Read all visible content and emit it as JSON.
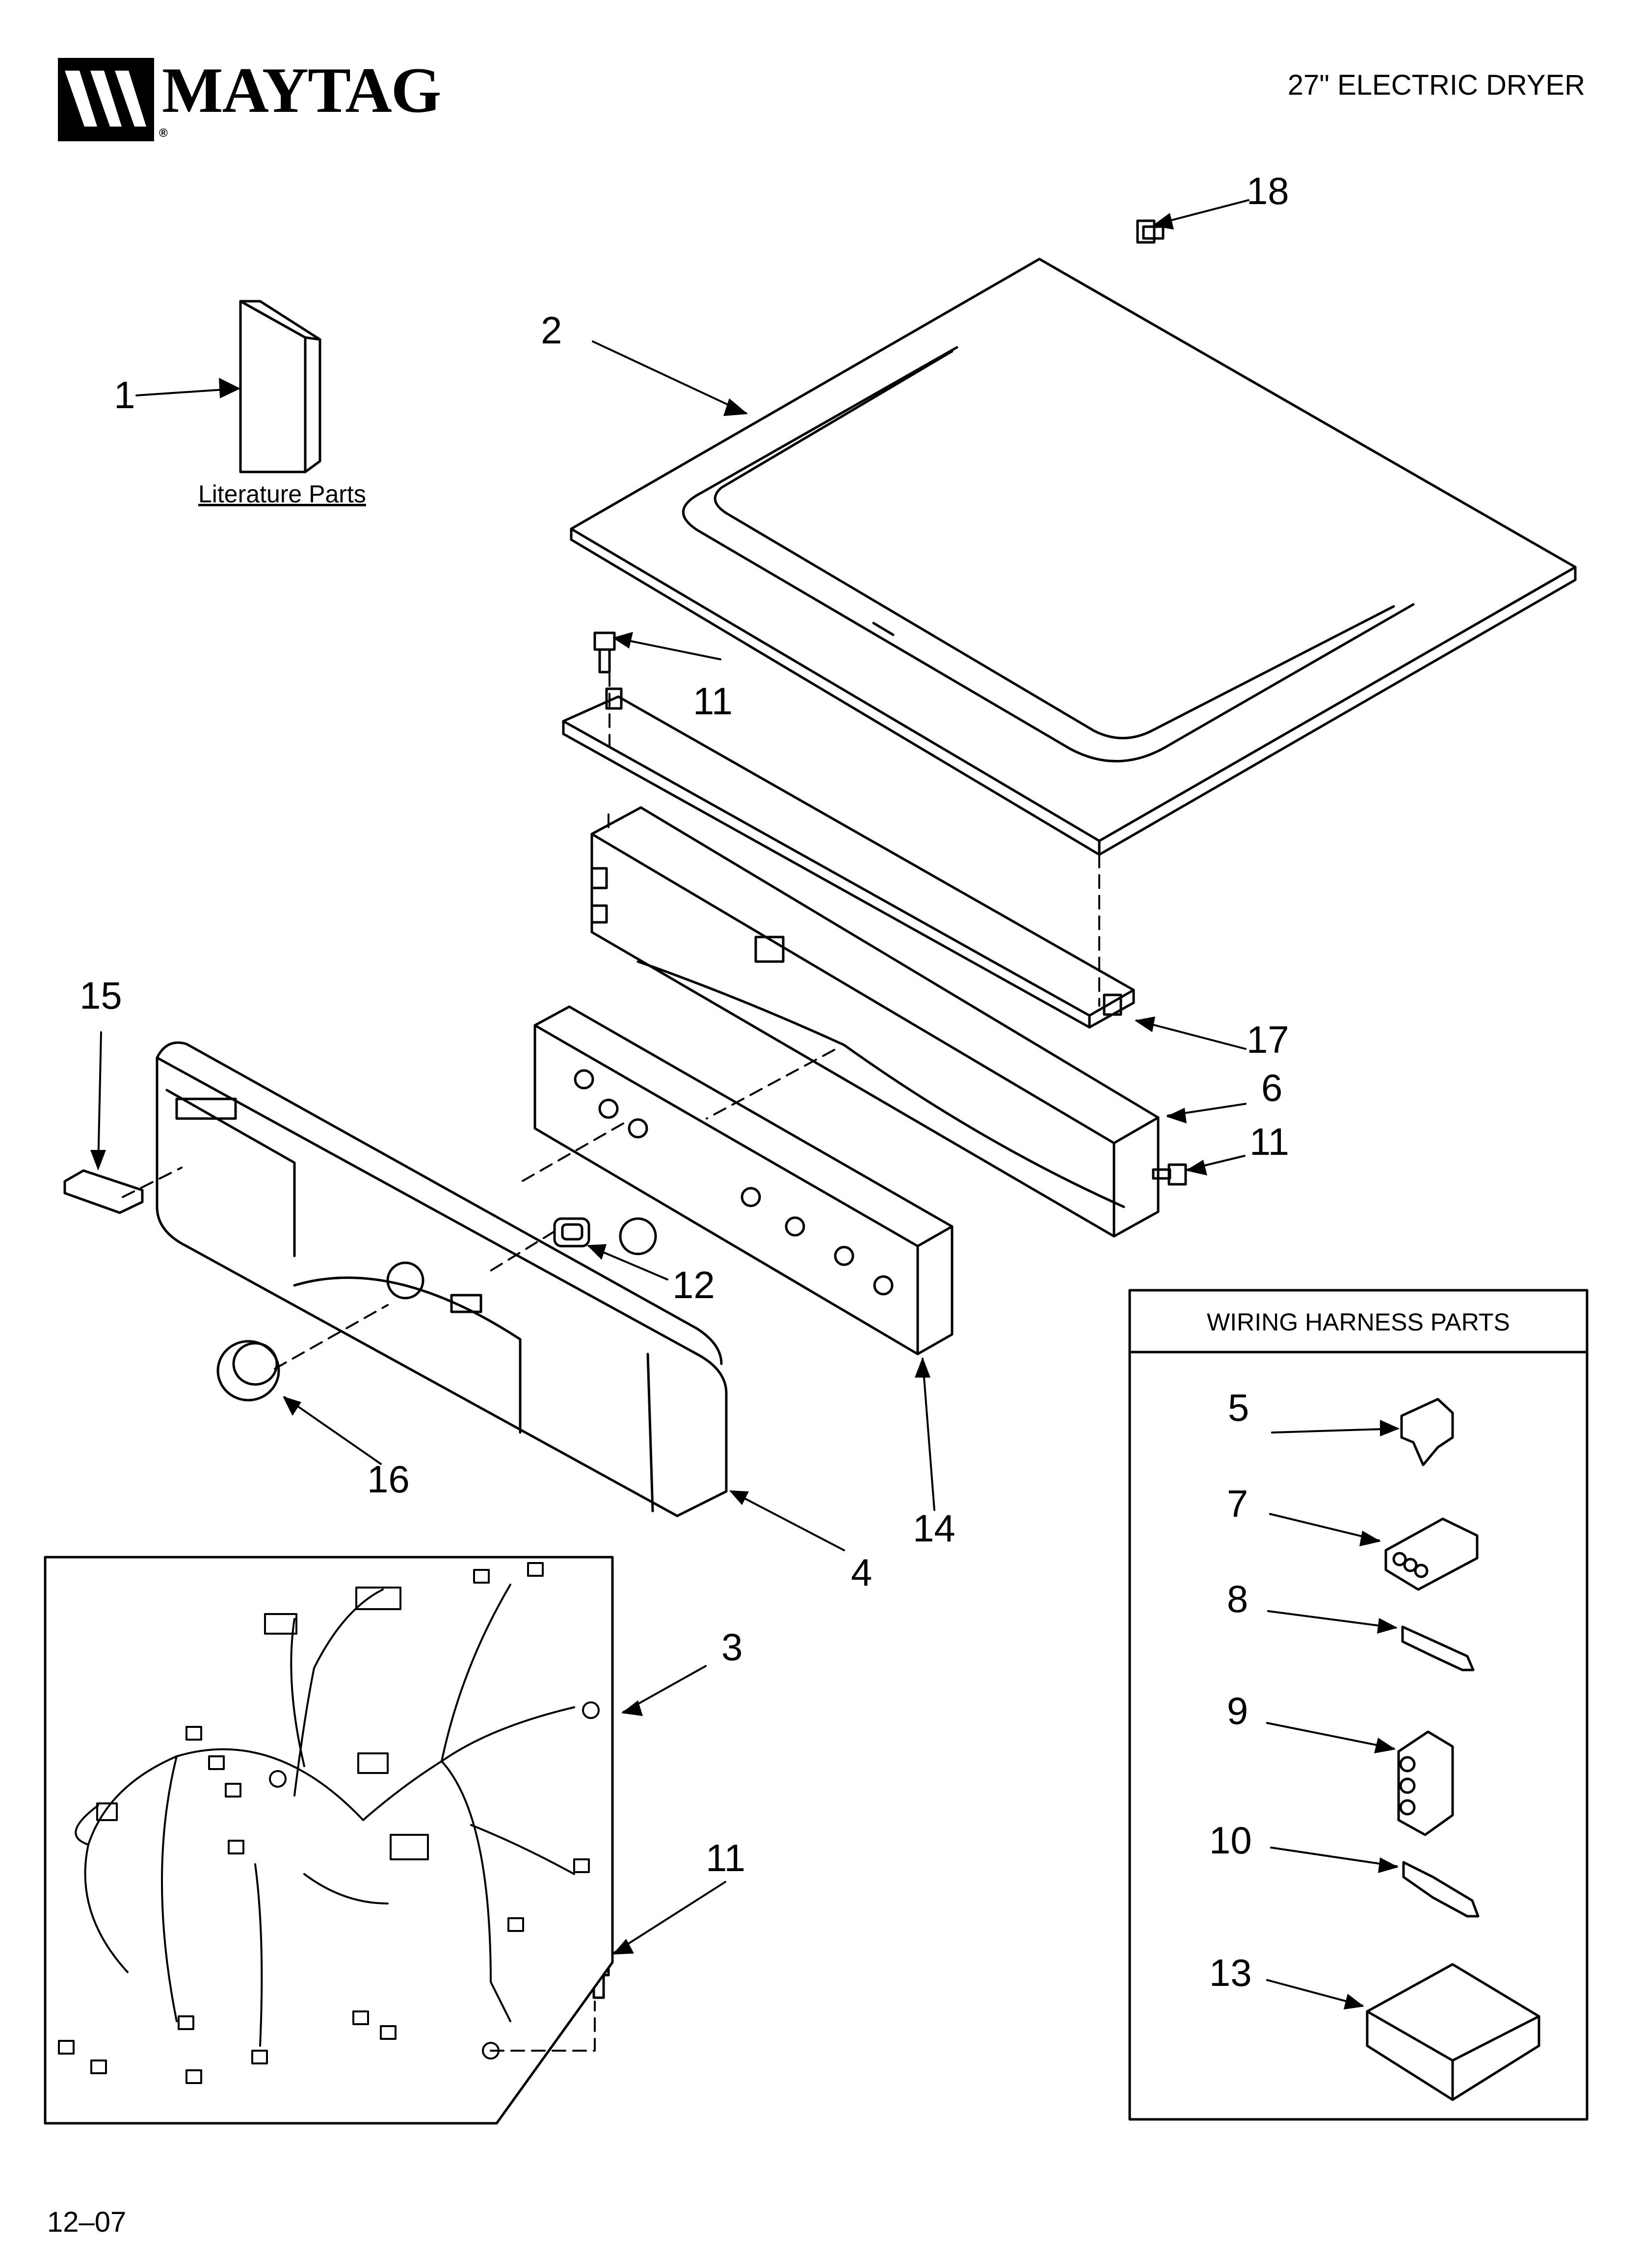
{
  "header": {
    "brand": "MAYTAG",
    "registered_mark": "®",
    "title": "27\" ELECTRIC DRYER"
  },
  "footer": {
    "code": "12–07"
  },
  "literature": {
    "label": "Literature Parts"
  },
  "wiring_harness": {
    "title": "WIRING HARNESS PARTS"
  },
  "callouts": [
    "1",
    "2",
    "3",
    "4",
    "5",
    "6",
    "7",
    "8",
    "9",
    "10",
    "11",
    "11",
    "11",
    "12",
    "13",
    "14",
    "15",
    "16",
    "17",
    "18"
  ]
}
